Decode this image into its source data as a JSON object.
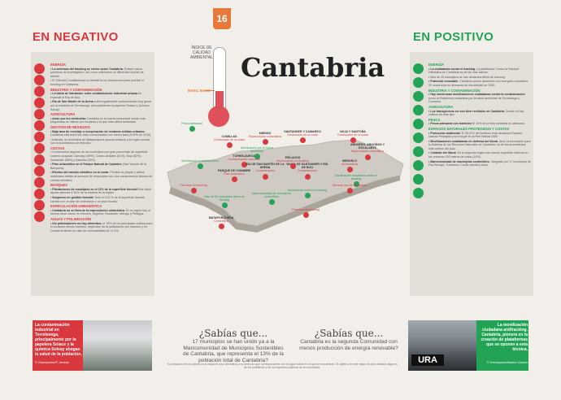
{
  "page_number": "16",
  "title": "Cantabria",
  "thermometer": {
    "label": "ÍNDICE DE CALIDAD AMBIENTAL",
    "level": "NIVEL BAJO"
  },
  "negative": {
    "heading": "EN NEGATIVO",
    "blocks": [
      {
        "section": "ENERGÍA",
        "items": [
          {
            "b": "• La amenaza del fracking se cierne sobre Cantabria.",
            "t": " Existen varios permisos de investigación, así como solicitudes en diferentes niveles de trámite."
          },
          {
            "b": "",
            "t": "• El Tribunal Constitucional no admitió la ley Autonómica para prohibir el fracking en Cantabria."
          }
        ]
      },
      {
        "section": "INDUSTRIA Y CONTAMINACIÓN",
        "items": [
          {
            "b": "• La bahía de Santander sufre contaminación industrial urbana",
            "t": " en especial la Ría de Boo."
          },
          {
            "b": "• Ría de San Martín de la Arena",
            "t": " sufren igualmente contaminación muy grave por la industria de Torrelavega, principalmente la papelera Sniace y Química Solvay."
          }
        ]
      },
      {
        "section": "AGRICULTURA",
        "items": [
          {
            "b": "• Amor por los herbicidas",
            "t": " Cantabria es la cuarta comunidad donde más plaguicidas se utilizan por hectárea y la que más utiliza herbicidas."
          }
        ]
      },
      {
        "section": "GESTIÓN DE RESIDUOS",
        "items": [
          {
            "b": "• Baja tasa de reciclaje o recuperación de residuos sólidos urbanos:",
            "t": " Cantabria está entre las cinco comunidades con menor tasa (9,09% en 2010)."
          },
          {
            "b": "",
            "t": "• Además, la cementera de Mataporquera quema residuos y la región cuenta con la incineradora de Meruelo."
          }
        ]
      },
      {
        "section": "COSTAS",
        "items": [
          {
            "b": "",
            "t": "• Construcción algunos de los municipios con gran porcentaje de superficie costera ocupada: Camargo (89%), Castro-Urdiales (51%), Noja (52%), Santander (38%) y Santoña (35%)."
          },
          {
            "b": "• Plan urbanístico en el Parque Natural de Oyambre",
            "t": " (San Vicente de la Barquera)."
          },
          {
            "b": "• Efectos del cambio climático en la costa.",
            "t": " Pérdida de playas y daños materiales debido al aumento de temporales son una consecuencia directa del cambio climático."
          }
        ]
      },
      {
        "section": "BOSQUES",
        "items": [
          {
            "b": "• Plantaciones de eucaliptos en el 11% de la superficie forestal",
            "t": " Este árbol aporta además el 81% de la madera de la región."
          },
          {
            "b": "• Suspenso en gestión forestal:",
            "t": " Solo el 0,02 % de la superficie forestal cuenta con un plan de ordenación o un plan técnico."
          }
        ]
      },
      {
        "section": "ESPECULACIÓN URBANÍSTICA",
        "items": [
          {
            "b": "• Cantabria no se libra de la especulación urbanística.",
            "t": " En la región hay al menos cinco casos: en Arnuero, Argoños, Escalante, Miengo y Piélagos."
          }
        ]
      },
      {
        "section": "AGUAS Y POLINIZACIÓN",
        "items": [
          {
            "b": "• Sin polinizadores no hay alimentos:",
            "t": " el 78% de los principales cultivos para el consumo directo humano, dependen de la polinización por insectos y en Cantabria tienen un ratio de vulnerabilidad de 11,2%."
          }
        ]
      }
    ]
  },
  "positive": {
    "heading": "EN POSITIVO",
    "blocks": [
      {
        "section": "ENERGÍA",
        "items": [
          {
            "b": "• La ciudadanía contra el fracking.",
            "t": " La plataforma Contra la Fractura Hidráulica en Cantabria es de las más activas."
          },
          {
            "b": "",
            "t": "• Más de 30 municipios se han declarado libres de fracking"
          },
          {
            "b": "• Potencial renovable.",
            "t": " Cantabria podría abastecer con energías renovables 32 veces toda su demanda de electricidad en 2050."
          }
        ]
      },
      {
        "section": "INDUSTRIA Y CONTAMINACIÓN",
        "items": [
          {
            "b": "• Hay numerosas movilizaciones ciudadanas contra la contaminación",
            "t": " como la Plataforma ciudadana por la salud ambiental de Torrelavega y Comarca."
          }
        ]
      },
      {
        "section": "AGRICULTURA",
        "items": [
          {
            "b": "• Los transgénicos no son bien recibidos en Cantabria.",
            "t": " Donde no hay cultivos de este tipo."
          }
        ]
      },
      {
        "section": "PESCA",
        "items": [
          {
            "b": "• Pesca artesanal con tradición",
            "t": " El 10% de la flota cántabra es artesanal."
          }
        ]
      },
      {
        "section": "ESPACIOS NATURALES PROTEGIDOS Y COSTAS",
        "items": [
          {
            "b": "• Protección ambiental.",
            "t": " El 36,47% del territorio está declarado Espacio Natural Protegido y se incluye en la Red Natura 2000."
          },
          {
            "b": "• Movilizaciones ciudadanas en defensa del litoral.",
            "t": " Arca, la Asociación para la Defensa de los Recursos Naturales de Cantabria, es de los movimientos más activos del país."
          },
          {
            "b": "• Cuidado del litoral.",
            "t": " Es la segunda región con menos superficie artificial en los primeros 200 metros de costa (10%)."
          },
          {
            "b": "• Mancomunidad de municipios sostenibles:",
            "t": " Integrada por 17 municipios de Pas-Besaya, Trasmiera, Costa oriental y Asón."
          }
        ]
      }
    ]
  },
  "map_pins": [
    {
      "name": "",
      "desc": "Pesca artesanal",
      "tone": "green"
    },
    {
      "name": "COMILLAS",
      "desc": "Destrucción de la costa",
      "tone": "red"
    },
    {
      "name": "MIENGO",
      "desc": "Especulación urbanística",
      "tone": "red"
    },
    {
      "name": "SANTANDER Y CAMARGO",
      "desc": "Destrucción de la costa",
      "tone": "red"
    },
    {
      "name": "NOJA Y SANTOÑA",
      "desc": "Destrucción de la costa",
      "tone": "red"
    },
    {
      "name": "",
      "desc": "Movilización por la Salud ambiental",
      "tone": "green"
    },
    {
      "name": "",
      "desc": "Movilización ciudadana Arca",
      "tone": "green"
    },
    {
      "name": "TORRELAVEGA",
      "desc": "Contaminación industrial",
      "tone": "red"
    },
    {
      "name": "RÍA DE SAN MARTÍN DE LA ARENA",
      "desc": "Contaminación",
      "tone": "red"
    },
    {
      "name": "BAHÍA DE SANTANDER Y RÍA DE BOO",
      "desc": "Contaminación",
      "tone": "red"
    },
    {
      "name": "MERUELO",
      "desc": "Incineradora",
      "tone": "red"
    },
    {
      "name": "ARNUERO, ARGOÑOS Y ESCALANTE",
      "desc": "Especulación urbanística",
      "tone": "red"
    },
    {
      "name": "PIÉLAGOS",
      "desc": "Especulación urbanística",
      "tone": "red"
    },
    {
      "name": "",
      "desc": "Movilización ciudadana contra el fracking",
      "tone": "green"
    },
    {
      "name": "PARQUE DE OYAMBRE",
      "desc": "Plan urbanístico",
      "tone": "red"
    },
    {
      "name": "",
      "desc": "Elevado uso de herbicidas",
      "tone": "red"
    },
    {
      "name": "",
      "desc": "Permisos de fracking",
      "tone": "red"
    },
    {
      "name": "",
      "desc": "Más de 30 municipios libres de fracking",
      "tone": "green"
    },
    {
      "name": "",
      "desc": "Mancomunidad de municipios sostenibles",
      "tone": "green"
    },
    {
      "name": "",
      "desc": "Movilización contra el fracking",
      "tone": "green"
    },
    {
      "name": "",
      "desc": "Permisos de fracking",
      "tone": "red"
    },
    {
      "name": "MATAPORQUERA",
      "desc": "Cementera",
      "tone": "red"
    }
  ],
  "sabias1": {
    "heading": "¿Sabías que...",
    "text": "17 municipios se han unido ya a la Mancomunidad de Municipios Sostenibles de Cantabria, que representa el 13% de la población total de Cantabria?"
  },
  "sabias2": {
    "heading": "¿Sabías que...",
    "text": "Cantabria es la segunda Comunidad con menos producción de energía renovable?"
  },
  "footnote": "*La situación de los puntos en el mapa es solo orientativa y no tiene por qué corresponderse con el lugar exacto en el que se encuentran. El objetivo de este mapa es solo destacar algunos de los problemas y de los aspectos positivos de la comunidad.",
  "caption_left": {
    "text": "La contaminación industrial en Torrelavega, principalmente por la papelera Sniace y la química Solvay ahogan la salud de la población.",
    "credit": "© Greenpeace/F. Arnedo"
  },
  "caption_right": {
    "text": "La movilización ciudadana antifracking. Cantabria, pionera en la creación de plataformas que se oponen a esta técnica.",
    "credit": "© Greenpeace/Nacho Cubero"
  },
  "banner_text": "URA",
  "colors": {
    "negative": "#d9383f",
    "positive": "#23a355",
    "accent": "#e8793a"
  }
}
